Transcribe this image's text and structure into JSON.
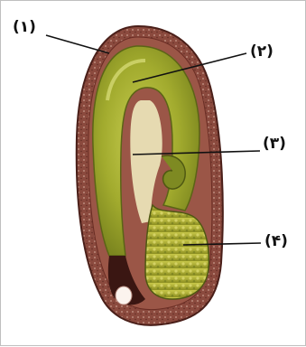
{
  "labels": [
    {
      "id": "1",
      "text": "(۱)"
    },
    {
      "id": "2",
      "text": "(۲)"
    },
    {
      "id": "3",
      "text": "(۳)"
    },
    {
      "id": "4",
      "text": "(۴)"
    }
  ],
  "colors": {
    "seed_coat": "#8b4a3e",
    "seed_coat_dark": "#5e2a22",
    "coat_speckle": "#c79a8a",
    "cotyledon": "#9aa32a",
    "cotyledon_light": "#d6dc6a",
    "cotyledon_dark": "#6f7a1c",
    "radicle": "#c6c33a",
    "line": "#111111"
  }
}
